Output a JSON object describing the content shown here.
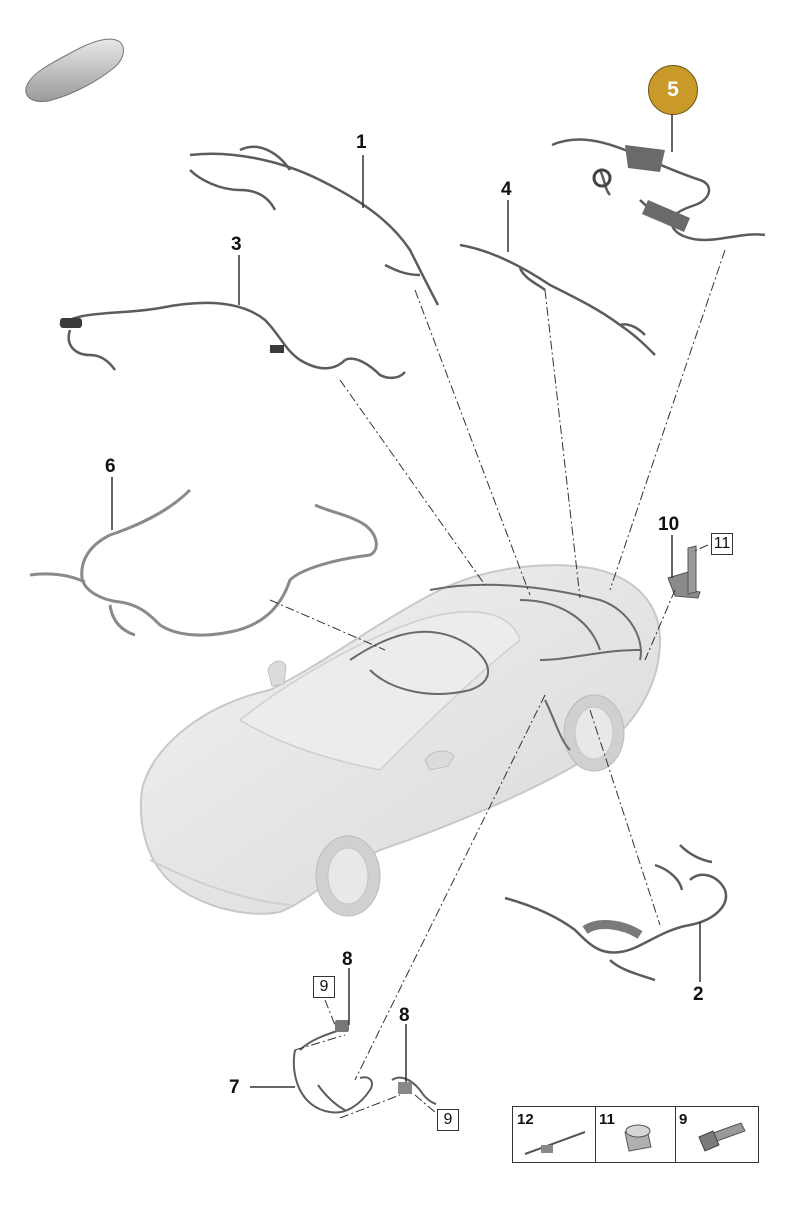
{
  "callouts": {
    "c1": "1",
    "c2": "2",
    "c3": "3",
    "c4": "4",
    "c5": "5",
    "c6": "6",
    "c7": "7",
    "c8a": "8",
    "c8b": "8",
    "c10": "10"
  },
  "boxed_refs": {
    "r11": "11",
    "r9a": "9",
    "r9b": "9"
  },
  "legend": {
    "items": [
      "12",
      "11",
      "9"
    ]
  },
  "colors": {
    "highlight": "#c99a2a",
    "car_body": "#e6e6e6",
    "wire": "#555555"
  },
  "icons": [
    "car-silhouette-icon",
    "wiring-harness-icon",
    "bracket-icon",
    "nut-icon",
    "bolt-icon",
    "cable-tie-icon"
  ]
}
